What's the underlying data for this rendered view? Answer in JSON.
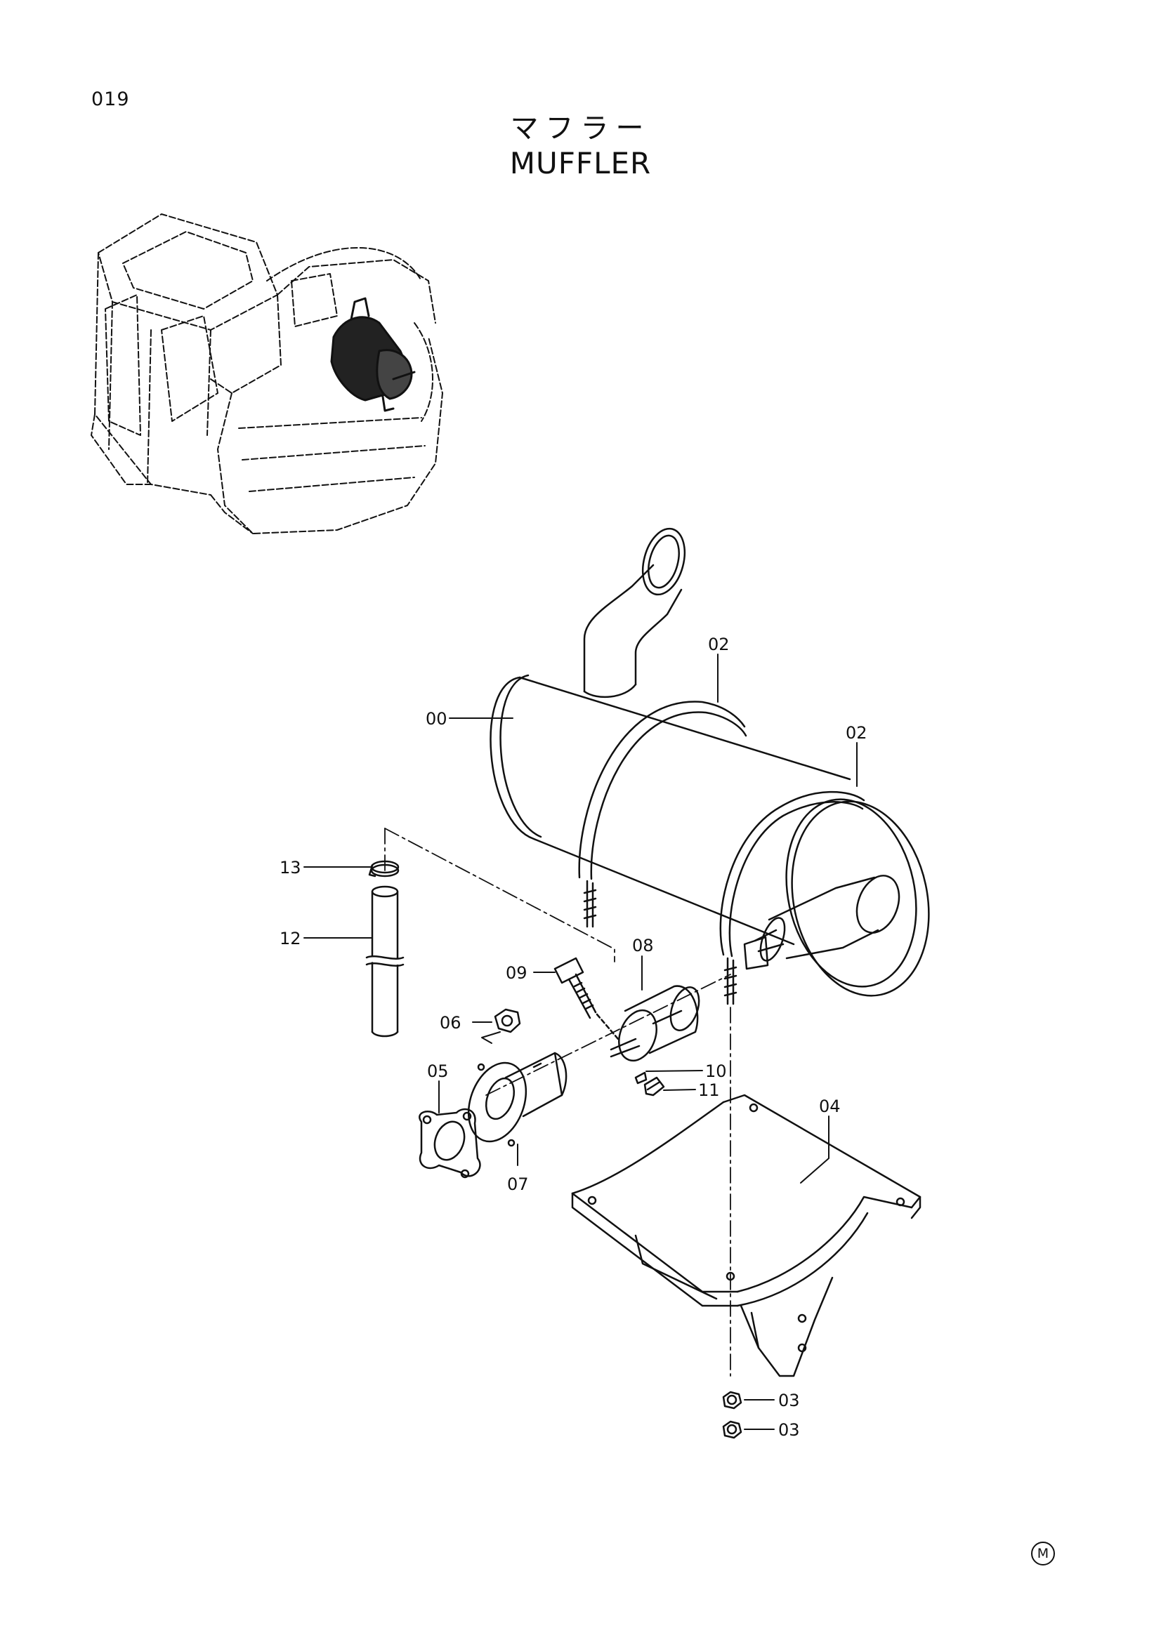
{
  "page_number": "019",
  "title_jp": "マフラー",
  "title_en": "MUFFLER",
  "corner_mark": "M",
  "callouts": {
    "c00": "00",
    "c02a": "02",
    "c02b": "02",
    "c03a": "03",
    "c03b": "03",
    "c04": "04",
    "c05": "05",
    "c06": "06",
    "c07": "07",
    "c08": "08",
    "c09": "09",
    "c10": "10",
    "c11": "11",
    "c12": "12",
    "c13": "13"
  }
}
